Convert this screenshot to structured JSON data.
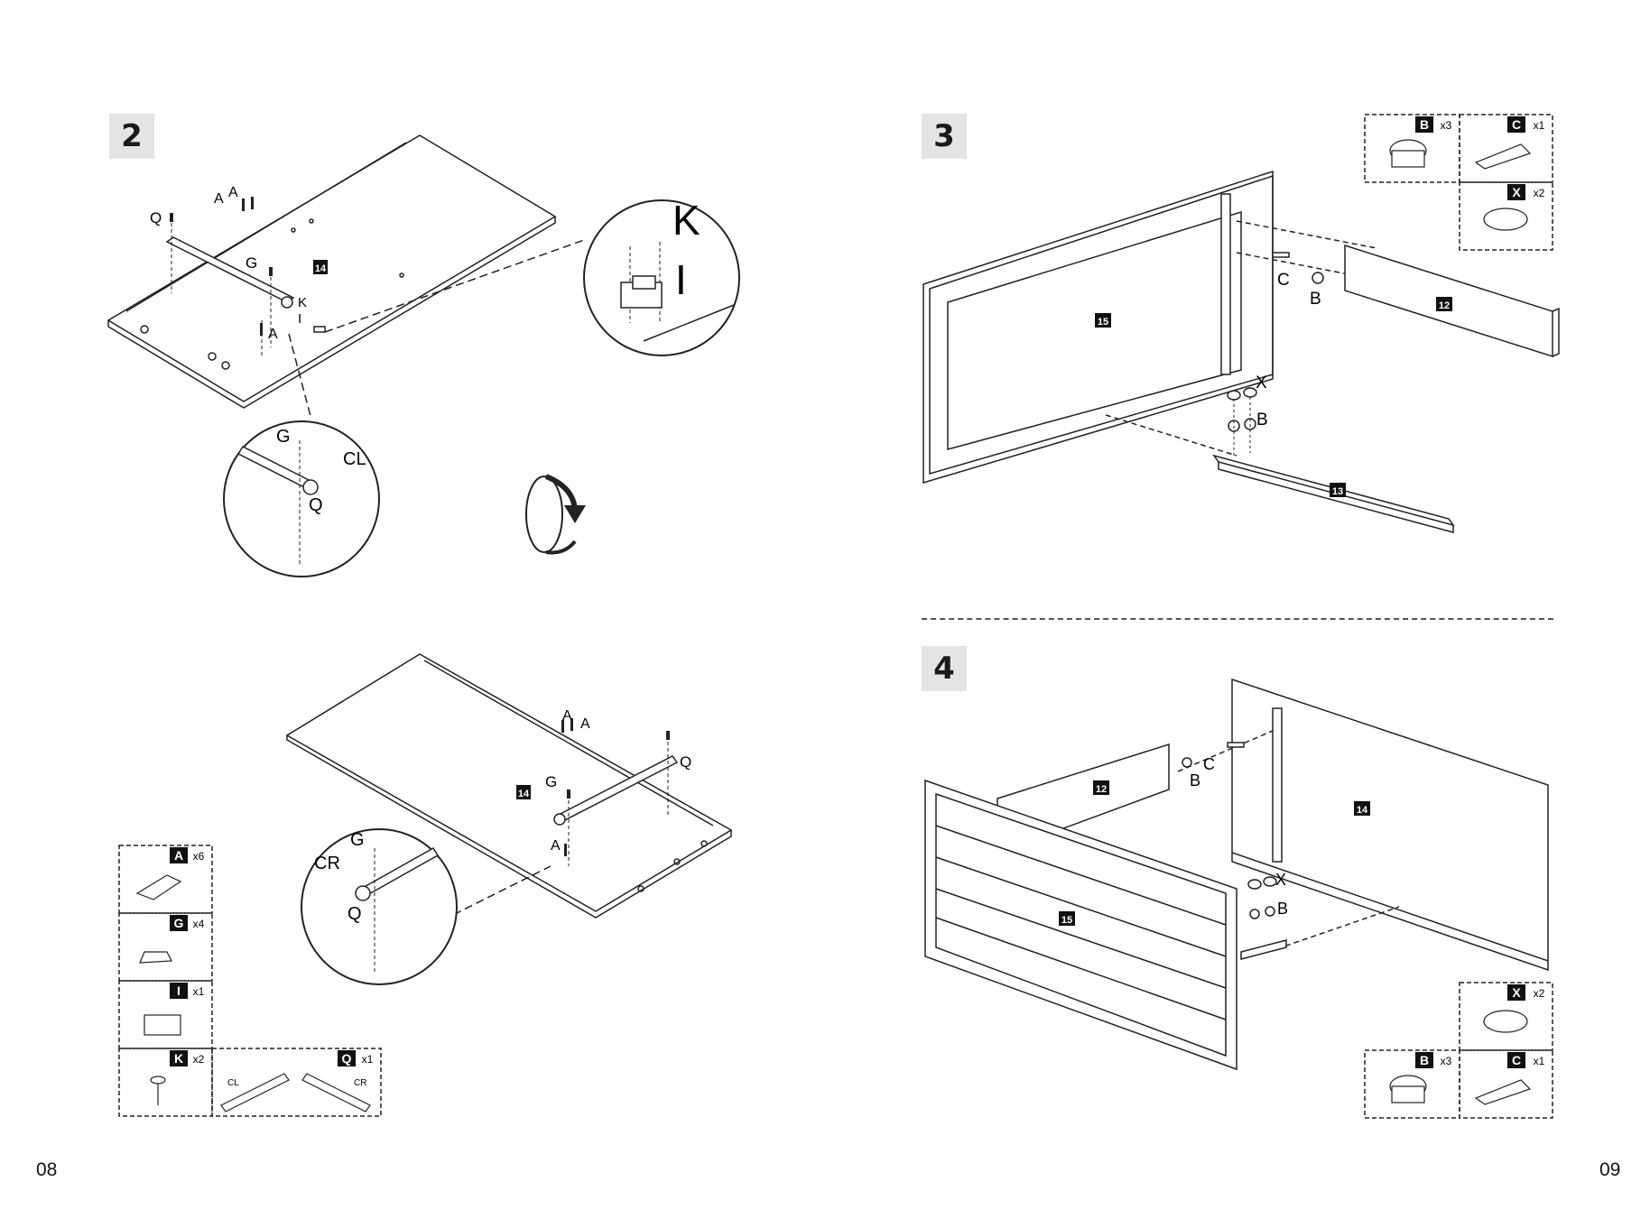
{
  "pages": {
    "left": "08",
    "right": "09"
  },
  "steps": {
    "s2": "2",
    "s3": "3",
    "s4": "4"
  },
  "parts": {
    "p12": "12",
    "p13": "13",
    "p14": "14",
    "p15": "15"
  },
  "letters": {
    "A": "A",
    "G": "G",
    "Q": "Q",
    "K": "K",
    "I": "I",
    "B": "B",
    "C": "C",
    "X": "X",
    "CL": "CL",
    "CR": "CR"
  },
  "hardware_left": [
    {
      "code": "A",
      "qty": "x6",
      "icon": "cam-bolt-icon"
    },
    {
      "code": "G",
      "qty": "x4",
      "icon": "screw-icon"
    },
    {
      "code": "I",
      "qty": "x1",
      "icon": "magnet-catch-icon"
    },
    {
      "code": "K",
      "qty": "x2",
      "icon": "short-screw-icon"
    },
    {
      "code": "Q",
      "qty": "x1",
      "icon": "drawer-runner-icon",
      "sub": [
        "CL",
        "CR"
      ]
    }
  ],
  "hardware_step3": [
    {
      "code": "B",
      "qty": "x3",
      "icon": "cam-lock-icon"
    },
    {
      "code": "C",
      "qty": "x1",
      "icon": "wooden-dowel-icon"
    },
    {
      "code": "X",
      "qty": "x2",
      "icon": "cover-cap-icon"
    }
  ],
  "hardware_step4": [
    {
      "code": "X",
      "qty": "x2",
      "icon": "cover-cap-icon"
    },
    {
      "code": "B",
      "qty": "x3",
      "icon": "cam-lock-icon"
    },
    {
      "code": "C",
      "qty": "x1",
      "icon": "wooden-dowel-icon"
    }
  ],
  "colors": {
    "line": "#222222",
    "badge_bg": "#e4e4e4",
    "label_bg": "#111111"
  }
}
